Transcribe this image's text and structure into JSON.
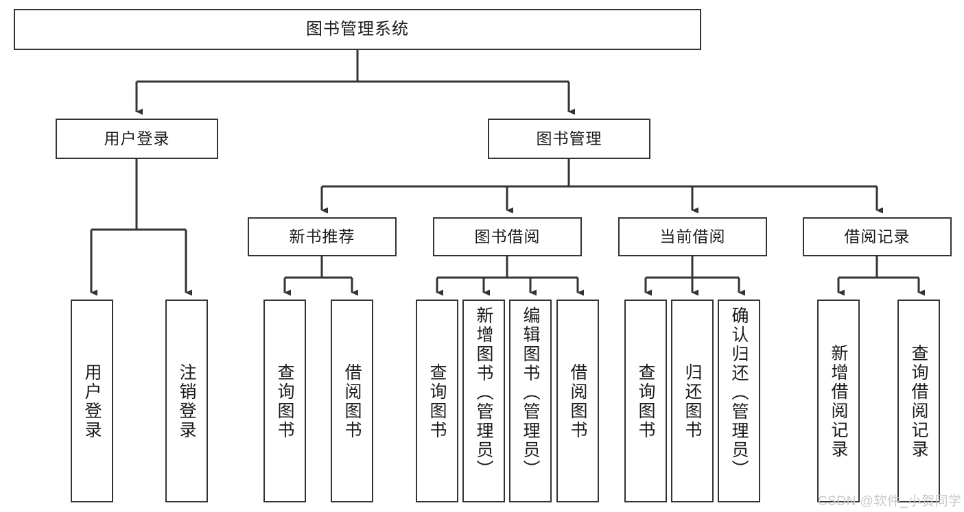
{
  "diagram": {
    "type": "tree-hierarchy-diagram",
    "title": "图书管理系统",
    "watermark": "CSDN @软件_小贺同学",
    "colors": {
      "box_border": "#333333",
      "box_fill": "#ffffff",
      "connector": "#333333",
      "text": "#1a1a1a",
      "watermark": "#c9c9c9",
      "background": "#ffffff"
    },
    "levels": {
      "root": {
        "label": "图书管理系统"
      },
      "level2": [
        {
          "label": "用户登录"
        },
        {
          "label": "图书管理"
        }
      ],
      "level3": [
        {
          "label": "新书推荐"
        },
        {
          "label": "图书借阅"
        },
        {
          "label": "当前借阅"
        },
        {
          "label": "借阅记录"
        }
      ]
    },
    "leaves": {
      "user_login": [
        {
          "label": "用户登录"
        },
        {
          "label": "注销登录"
        }
      ],
      "new_book_recommend": [
        {
          "label": "查询图书"
        },
        {
          "label": "借阅图书"
        }
      ],
      "book_borrow": [
        {
          "label": "查询图书"
        },
        {
          "label": "新增图书（管理员）"
        },
        {
          "label": "编辑图书（管理员）"
        },
        {
          "label": "借阅图书"
        }
      ],
      "current_borrow": [
        {
          "label": "查询图书"
        },
        {
          "label": "归还图书"
        },
        {
          "label": "确认归还（管理员）"
        }
      ],
      "borrow_record": [
        {
          "label": "新增借阅记录"
        },
        {
          "label": "查询借阅记录"
        }
      ]
    }
  }
}
